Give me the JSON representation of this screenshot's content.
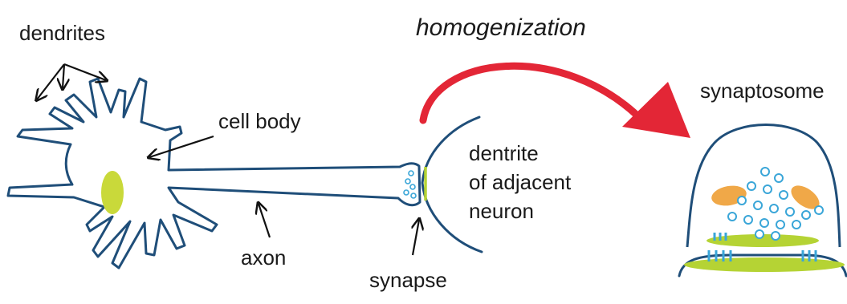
{
  "labels": {
    "dendrites": "dendrites",
    "cell_body": "cell body",
    "axon": "axon",
    "synapse": "synapse",
    "dendrite_of_adjacent_neuron": [
      "dentrite",
      "of adjacent",
      "neuron"
    ],
    "homogenization": "homogenization",
    "synaptosome": "synaptosome"
  },
  "colors": {
    "outline": "#1f4e79",
    "nucleus": "#c9d93a",
    "arrow": "#e32636",
    "vesicle": "#3aa6d8",
    "mitochondria": "#f0a848",
    "membrane_band": "#b5d334"
  }
}
